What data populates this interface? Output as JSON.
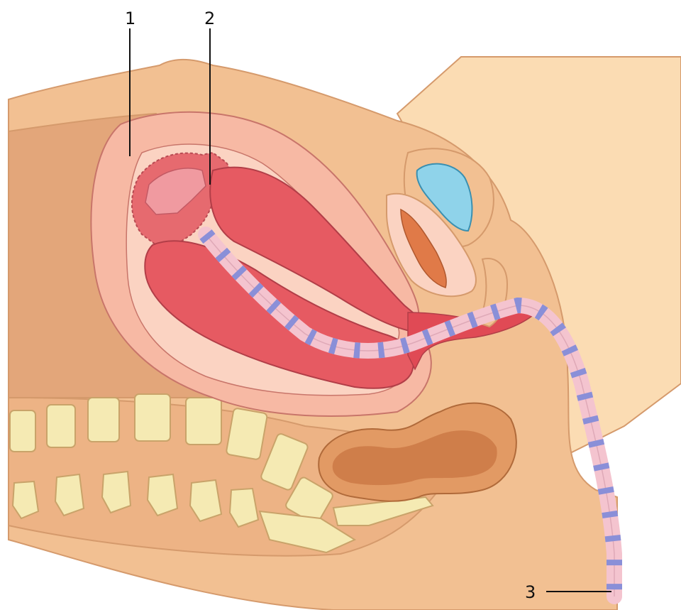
{
  "labels": {
    "one": "1",
    "two": "2",
    "three": "3"
  },
  "colors": {
    "background": "#ffffff",
    "thigh": "#fbdcb3",
    "body_skin": "#f2c092",
    "body_outline": "#d59a6c",
    "back_tissue": "#e3a67a",
    "uterus_wall": "#f7b9a4",
    "uterus_cavity": "#fbd3c2",
    "placenta": "#e66a6f",
    "fetus_cord_red": "#d9454e",
    "cord_pink": "#f4c4cf",
    "cord_stripe": "#8a8fd8",
    "bladder": "#8fd3ea",
    "vertebra": "#f5eab3",
    "bowel": "#e29a64",
    "bowel_dark": "#cf7e4a",
    "leader_line": "#111111"
  },
  "icons": [
    "uterus-illustration",
    "umbilical-cord",
    "placenta-shape",
    "spine-vertebrae",
    "bladder-shape",
    "bowel-loop"
  ]
}
